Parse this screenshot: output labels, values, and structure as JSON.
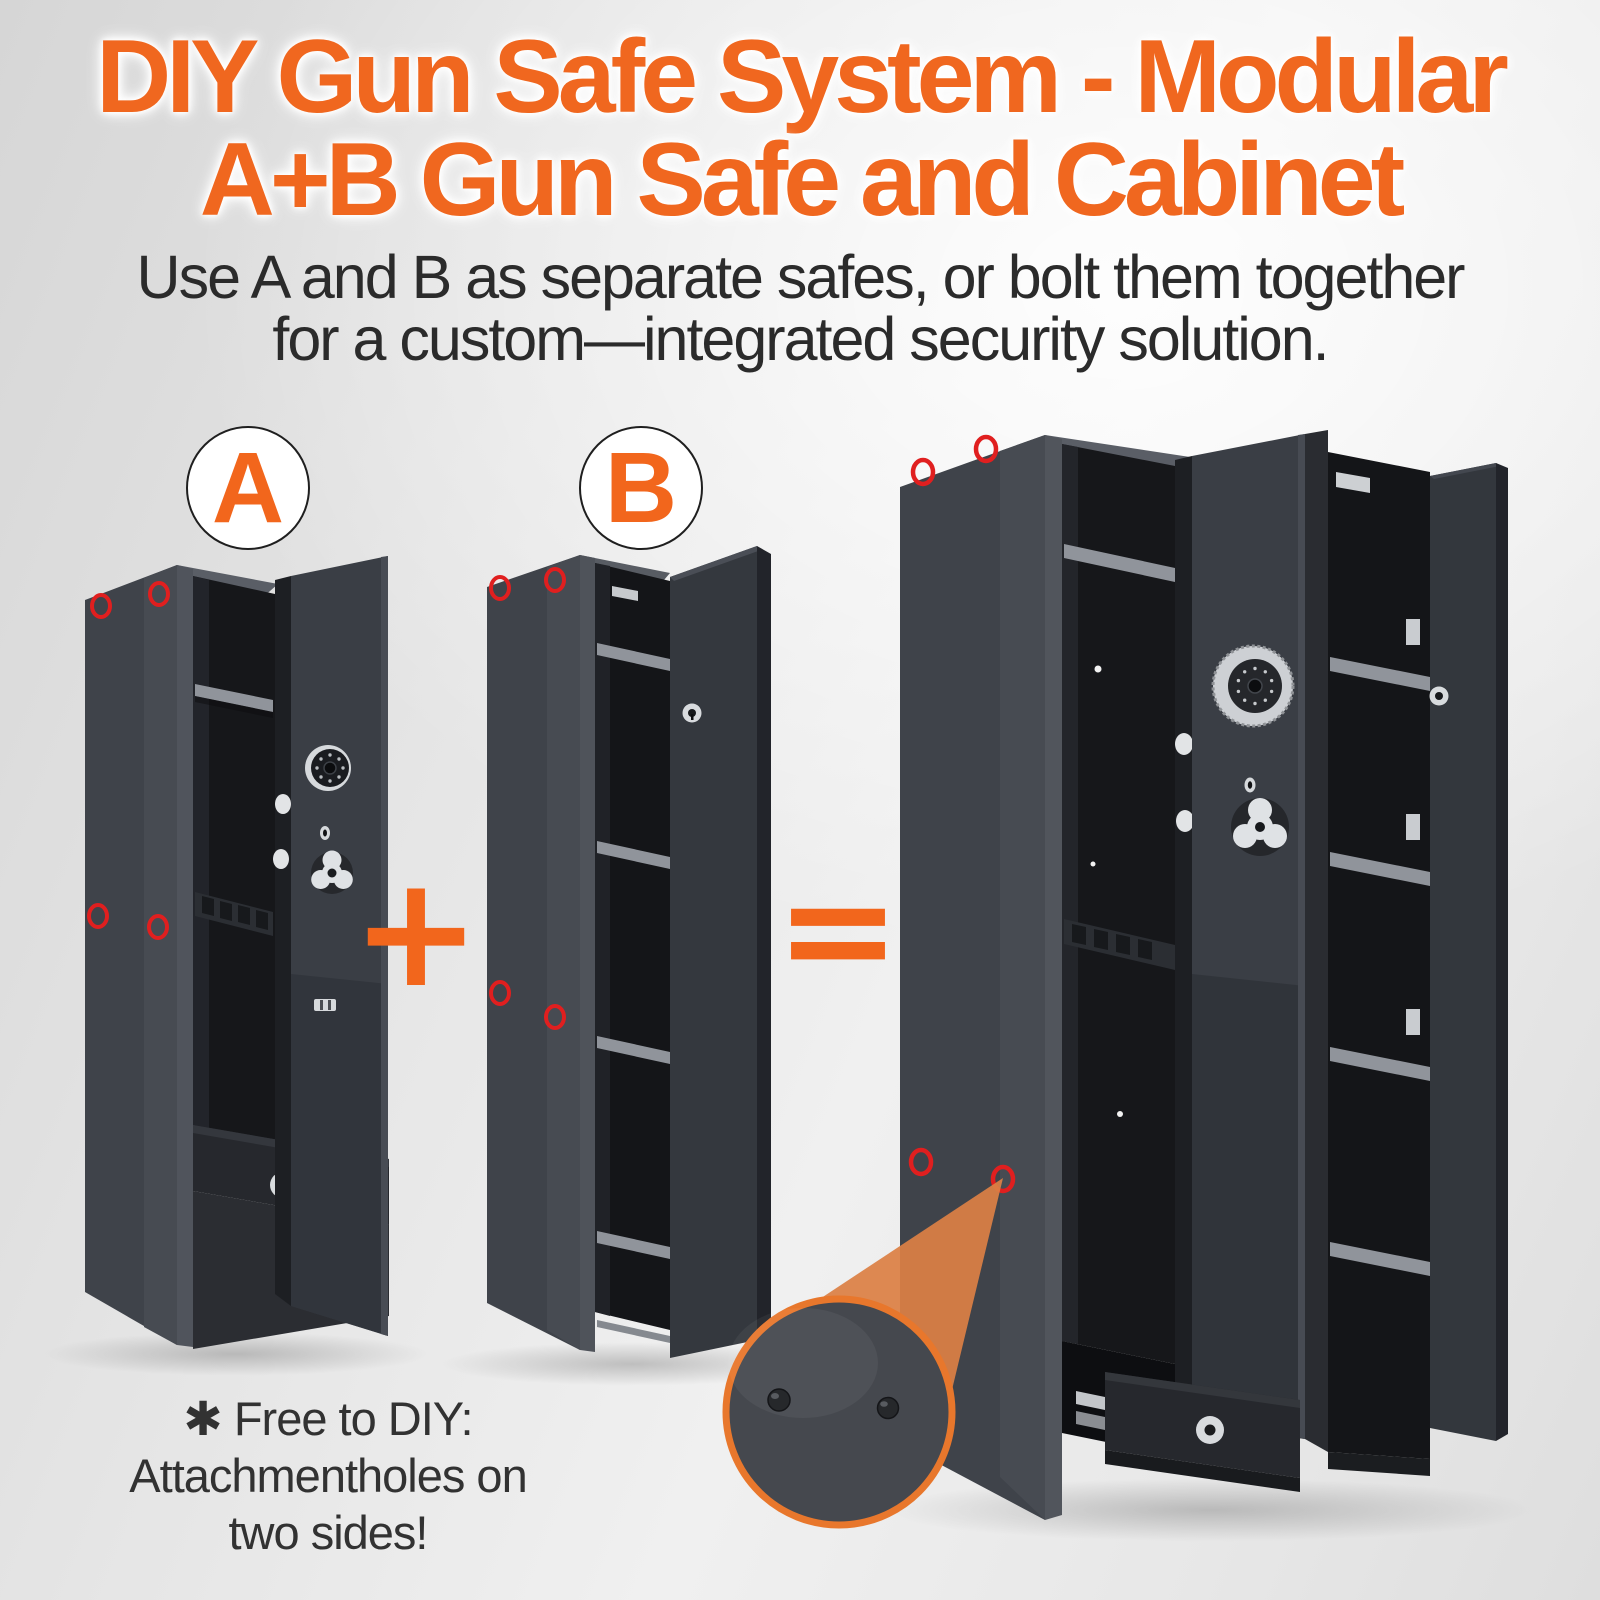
{
  "header": {
    "title_line1": "DIY Gun Safe System - Modular",
    "title_line2": "A+B Gun Safe and Cabinet",
    "subtitle_line1": "Use A and B as separate safes, or bolt them together",
    "subtitle_line2": "for a custom—integrated security solution."
  },
  "diagram": {
    "label_a": "A",
    "label_b": "B",
    "operator_plus": "+",
    "operator_equals": "="
  },
  "footnote": {
    "line1": "✱ Free to DIY: Attachmentholes on",
    "line2": "two sides!"
  },
  "colors": {
    "title_orange": "#F0671F",
    "accent_orange": "#F2661C",
    "zoom_ring_orange": "#E8772C",
    "attachment_marker_red": "#E01F1F",
    "body_text": "#2B2B2B",
    "safe_body_gray": "#3F434A",
    "interior_black": "#16171A",
    "shelf_gray": "#90949B",
    "chrome": "#D8DBDE",
    "background_gray": "#E9E9E9"
  }
}
